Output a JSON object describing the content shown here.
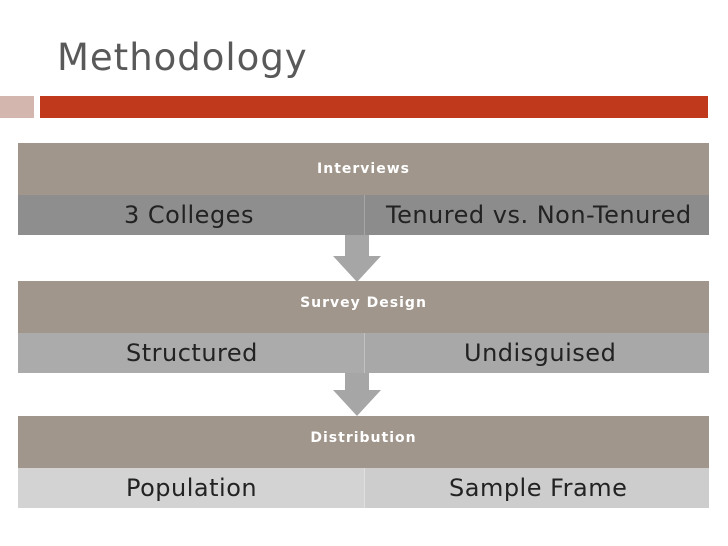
{
  "slide": {
    "title": "Methodology"
  },
  "blocks": [
    {
      "heading": "Interviews",
      "left": "3 Colleges",
      "right": "Tenured vs. Non-Tenured"
    },
    {
      "heading": "Survey Design",
      "left": "Structured",
      "right": "Undisguised"
    },
    {
      "heading": "Distribution",
      "left": "Population",
      "right": "Sample Frame"
    }
  ],
  "colors": {
    "title_text": "#595959",
    "accent_rule": "#c0391d",
    "accent_box": "#d3b7ae",
    "block_header": "#a0968c",
    "arrow": "#a6a6a6"
  }
}
